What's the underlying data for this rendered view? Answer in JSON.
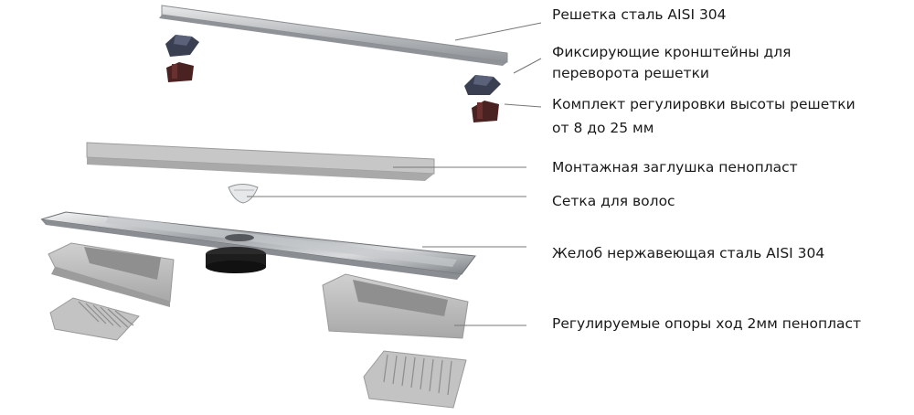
{
  "labels": {
    "grate": "Решетка  сталь AISI 304",
    "brackets_line1": "Фиксирующие кронштейны для",
    "brackets_line2": "переворота решетки",
    "height_kit_line1": "Комплект регулировки высоты решетки",
    "height_kit_line2": "от 8 до 25 мм",
    "plug": "Монтажная заглушка  пенопласт",
    "hair_mesh": "Сетка для волос",
    "channel": "Желоб нержавеющая сталь AISI 304",
    "supports": "Регулируемые опоры ход 2мм пенопласт"
  },
  "colors": {
    "steel": "#b9bcbf",
    "foam": "#bdbdbd",
    "bracket_dark": "#3a3f52",
    "shim_brown": "#4a2222",
    "leader": "#777777"
  }
}
